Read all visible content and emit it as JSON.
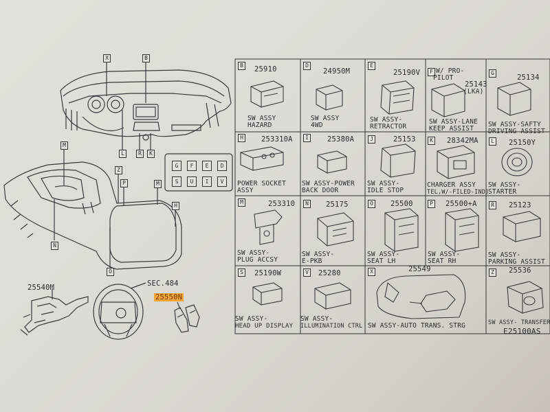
{
  "diagram": {
    "drawing_code": "E25100AS",
    "callouts": {
      "dash_top": [
        "X",
        "B"
      ],
      "dash_bottom": [
        "L",
        "R",
        "K"
      ],
      "console": [
        "M",
        "Z",
        "P",
        "M",
        "H",
        "N",
        "O"
      ],
      "switch_panel": [
        "G",
        "F",
        "E",
        "D",
        "S",
        "U",
        "I",
        "V"
      ]
    },
    "steering": {
      "part_left": "25540M",
      "sec_ref": "SEC.484",
      "part_highlight": "25550N"
    },
    "cells": [
      {
        "letter": "B",
        "part": "25910",
        "caption": [
          "SW ASSY",
          "HAZARD"
        ]
      },
      {
        "letter": "D",
        "part": "24950M",
        "caption": [
          "SW ASSY",
          "4WD"
        ]
      },
      {
        "letter": "E",
        "part": "25190V",
        "caption": [
          "SW ASSY-",
          "RETRACTOR"
        ]
      },
      {
        "letter": "F",
        "part": "25143",
        "header": [
          "W/ PRO-",
          "PILOT"
        ],
        "extra": "(LKA)",
        "caption": [
          "SW ASSY-LANE",
          "KEEP ASSIST"
        ]
      },
      {
        "letter": "G",
        "part": "25134",
        "caption": [
          "SW ASSY-SAFTY",
          "DRIVING ASSIST"
        ]
      },
      {
        "letter": "H",
        "part": "253310A",
        "caption": [
          "POWER SOCKET",
          "ASSY"
        ]
      },
      {
        "letter": "I",
        "part": "25380A",
        "caption": [
          "SW ASSY-POWER",
          "BACK DOOR"
        ]
      },
      {
        "letter": "J",
        "part": "25153",
        "caption": [
          "SW ASSY-",
          "IDLE STOP"
        ]
      },
      {
        "letter": "K",
        "part": "28342MA",
        "caption": [
          "CHARGER ASSY",
          "TEL,W/-FILED-IND)"
        ]
      },
      {
        "letter": "L",
        "part": "25150Y",
        "caption": [
          "SW ASSY-",
          "STARTER"
        ]
      },
      {
        "letter": "M",
        "part": "253310",
        "caption": [
          "SW ASSY-",
          "PLUG ACCSY"
        ]
      },
      {
        "letter": "N",
        "part": "25175",
        "caption": [
          "SW ASSY-",
          "E-PKB"
        ]
      },
      {
        "letter": "O",
        "part": "25500",
        "caption": [
          "SW ASSY-",
          "SEAT LH"
        ]
      },
      {
        "letter": "P",
        "part": "25500+A",
        "caption": [
          "SW ASSY-",
          "SEAT RH"
        ]
      },
      {
        "letter": "R",
        "part": "25123",
        "caption": [
          "SW ASSY-",
          "PARKING ASSIST"
        ]
      },
      {
        "letter": "S",
        "part": "25190W",
        "caption": [
          "SW ASSY-",
          "HEAD UP DISPLAY"
        ]
      },
      {
        "letter": "V",
        "part": "25280",
        "caption": [
          "SW ASSY-",
          "ILLUMINATION CTRL"
        ]
      },
      {
        "letter": "X",
        "part": "25549",
        "caption": [
          "SW ASSY-AUTO TRANS. STRG"
        ]
      },
      {
        "letter": "Z",
        "part": "25536",
        "caption": [
          "SW ASSY- TRANSFER"
        ]
      }
    ]
  }
}
